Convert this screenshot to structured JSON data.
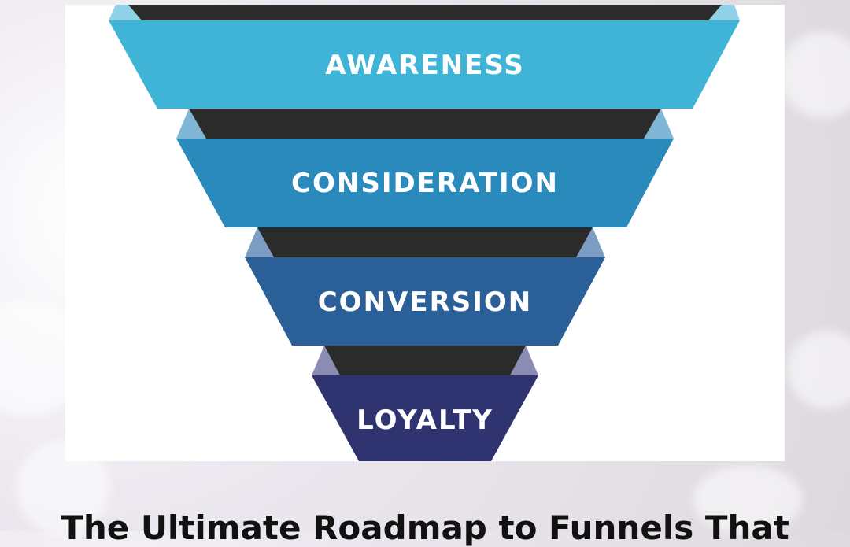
{
  "funnel": {
    "stages": [
      {
        "label": "AWARENESS",
        "color": "#3fb4d6",
        "wing_color": "#8fd2e8"
      },
      {
        "label": "CONSIDERATION",
        "color": "#2b8abc",
        "wing_color": "#7fb6d6"
      },
      {
        "label": "CONVERSION",
        "color": "#2b5f98",
        "wing_color": "#7c9ec4"
      },
      {
        "label": "LOYALTY",
        "color": "#2f3470",
        "wing_color": "#8a8cb3"
      }
    ],
    "band_color": "#2b2b2b"
  },
  "headline": "The Ultimate Roadmap to Funnels That"
}
